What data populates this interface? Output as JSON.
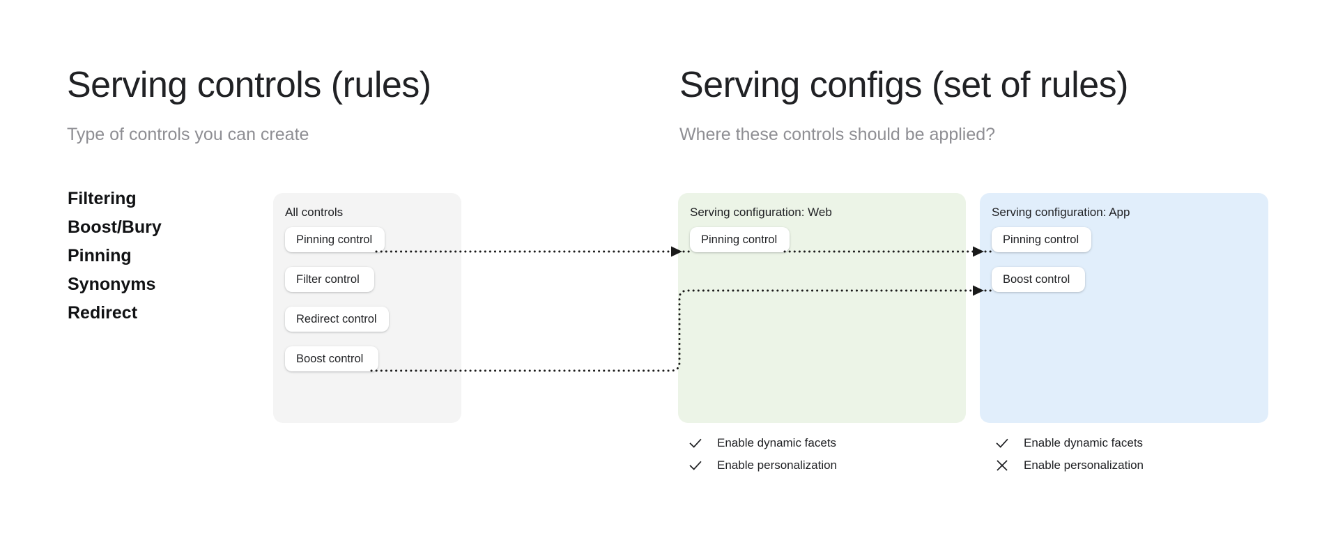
{
  "left_panel": {
    "title": "Serving controls (rules)",
    "subtitle": "Type of controls you can create",
    "control_types": [
      {
        "label": "Filtering"
      },
      {
        "label": "Boost/Bury"
      },
      {
        "label": "Pinning"
      },
      {
        "label": "Synonyms"
      },
      {
        "label": "Redirect"
      }
    ]
  },
  "right_panel": {
    "title": "Serving configs (set of rules)",
    "subtitle": "Where these controls should be applied?"
  },
  "cards": {
    "all_controls": {
      "title": "All controls",
      "background": "#f4f4f4",
      "chips": [
        {
          "label": "Pinning control"
        },
        {
          "label": "Filter control"
        },
        {
          "label": "Redirect control"
        },
        {
          "label": "Boost control"
        }
      ]
    },
    "config_web": {
      "title": "Serving configuration: Web",
      "background": "#ecf4e7",
      "chips": [
        {
          "label": "Pinning control"
        }
      ],
      "options": [
        {
          "label": "Enable dynamic facets",
          "state": "check",
          "icon": "check-icon"
        },
        {
          "label": "Enable personalization",
          "state": "check",
          "icon": "check-icon"
        }
      ]
    },
    "config_app": {
      "title": "Serving configuration: App",
      "background": "#e1eefb",
      "chips": [
        {
          "label": "Pinning control"
        },
        {
          "label": "Boost control"
        }
      ],
      "options": [
        {
          "label": "Enable dynamic facets",
          "state": "check",
          "icon": "check-icon"
        },
        {
          "label": "Enable personalization",
          "state": "cross",
          "icon": "cross-icon"
        }
      ]
    }
  },
  "connectors": [
    {
      "from": "all-controls.pinning-control",
      "to": "config-web.pinning-control",
      "style": "dotted-arrow"
    },
    {
      "from": "config-web.pinning-control",
      "to": "config-app.pinning-control",
      "style": "dotted-arrow"
    },
    {
      "from": "all-controls.boost-control",
      "to": "config-app.boost-control",
      "style": "dotted-arrow-elbow"
    }
  ],
  "colors": {
    "text_primary": "#202124",
    "text_muted": "#8e8e93",
    "card_neutral": "#f4f4f4",
    "card_green": "#ecf4e7",
    "card_blue": "#e1eefb",
    "chip": "#ffffff",
    "connector": "#1a1a1a"
  }
}
